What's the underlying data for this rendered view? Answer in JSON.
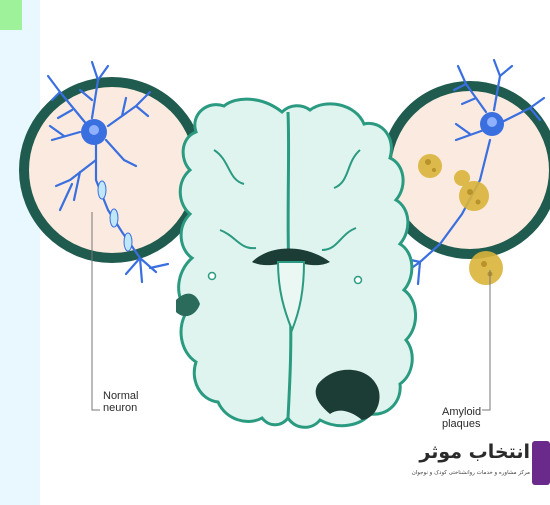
{
  "labels": {
    "normal_neuron": [
      "Normal",
      "neuron"
    ],
    "amyloid_plaques": [
      "Amyloid",
      "plaques"
    ]
  },
  "logo": {
    "title": "انتخاب موثر",
    "subtitle": "مرکز مشاوره و خدمات روانشناختی کودک و نوجوان"
  },
  "colors": {
    "circle_fill": "#fbeadf",
    "circle_border": "#1f5b4f",
    "brain_fill": "#dff4ef",
    "brain_stroke": "#2a9a80",
    "ventricle": "#1c3d35",
    "neuron": "#3a6fe0",
    "plaque": "#d9b43a",
    "left_panel": "#e9f8ff",
    "corner_accent": "#9ef29a"
  },
  "icons": [
    "neuron-icon",
    "amyloid-plaque-icon",
    "logo-mark-icon"
  ]
}
